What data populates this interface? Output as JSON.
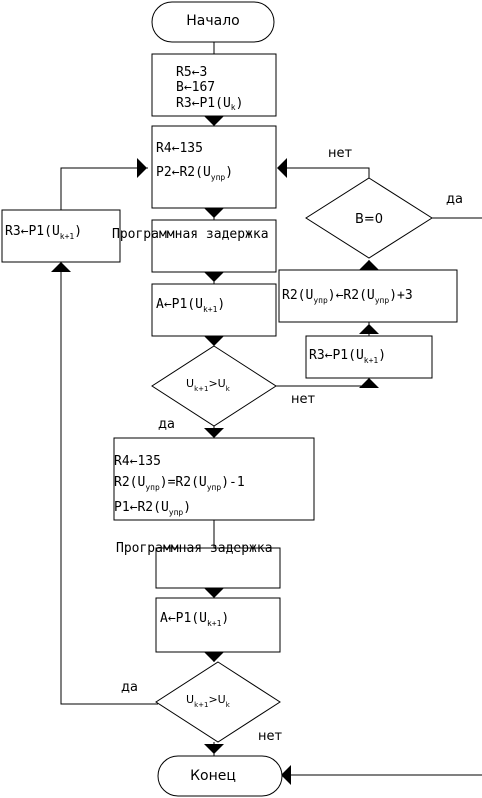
{
  "start": "Начало",
  "init": {
    "l1": "R5←3",
    "l2": "B←167",
    "l3a": "R3←P1(U",
    "l3s": "k",
    "l3b": ")"
  },
  "setP2": {
    "l1": "R4←135",
    "l2a": "P2←R2(U",
    "l2s": "упр",
    "l2b": ")"
  },
  "delay1": "Программная задержка",
  "readA1": {
    "a": "A←P1(U",
    "s": "k+1",
    "b": ")"
  },
  "cmp1": {
    "a": "U",
    "s1": "k+1",
    "mid": ">U",
    "s2": "k"
  },
  "cmp1_yes": "да",
  "cmp1_no": "нет",
  "leftR3": {
    "a": "R3←P1(U",
    "s": "k+1",
    "b": ")"
  },
  "decB": {
    "label": "B=0",
    "yes": "да",
    "no": "нет"
  },
  "incR2": {
    "a": "R2(U",
    "s1": "упр",
    "b": ")←R2(U",
    "s2": "упр",
    "c": ")+3"
  },
  "rightR3": {
    "a": "R3←P1(U",
    "s": "k+1",
    "b": ")"
  },
  "block2": {
    "l1": "R4←135",
    "l2a": "R2(U",
    "l2s1": "упр",
    "l2b": ")=R2(U",
    "l2s2": "упр",
    "l2c": ")-1",
    "l3a": "P1←R2(U",
    "l3s": "упр",
    "l3b": ")"
  },
  "delay2": "Программная задержка",
  "readA2": {
    "a": "A←P1(U",
    "s": "k+1",
    "b": ")"
  },
  "cmp2": {
    "a": "U",
    "s1": "k+1",
    "mid": ">U",
    "s2": "k"
  },
  "cmp2_yes": "да",
  "cmp2_no": "нет",
  "end": "Конец"
}
